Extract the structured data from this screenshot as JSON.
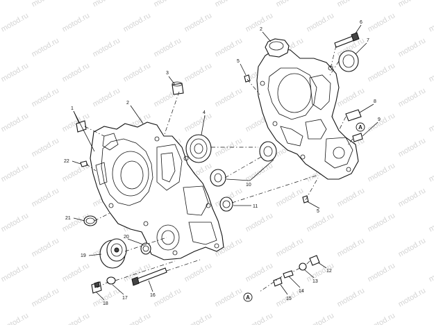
{
  "watermark": {
    "text": "motod.ru"
  },
  "callouts": [
    {
      "id": "c1",
      "text": "1"
    },
    {
      "id": "c2a",
      "text": "2"
    },
    {
      "id": "c2b",
      "text": "2"
    },
    {
      "id": "c3",
      "text": "3"
    },
    {
      "id": "c4",
      "text": "4"
    },
    {
      "id": "c5a",
      "text": "5"
    },
    {
      "id": "c5b",
      "text": "5"
    },
    {
      "id": "c6",
      "text": "6"
    },
    {
      "id": "c7",
      "text": "7"
    },
    {
      "id": "c8",
      "text": "8"
    },
    {
      "id": "c9",
      "text": "9"
    },
    {
      "id": "c10",
      "text": "10"
    },
    {
      "id": "c11",
      "text": "11"
    },
    {
      "id": "c12",
      "text": "12"
    },
    {
      "id": "c13",
      "text": "13"
    },
    {
      "id": "c14",
      "text": "14"
    },
    {
      "id": "c15",
      "text": "15"
    },
    {
      "id": "c16",
      "text": "16"
    },
    {
      "id": "c17",
      "text": "17"
    },
    {
      "id": "c18",
      "text": "18"
    },
    {
      "id": "c19",
      "text": "19"
    },
    {
      "id": "c20",
      "text": "20"
    },
    {
      "id": "c21",
      "text": "21"
    },
    {
      "id": "c22",
      "text": "22"
    }
  ],
  "reference_marks": [
    {
      "id": "a1",
      "text": "A"
    },
    {
      "id": "a2",
      "text": "A"
    }
  ]
}
